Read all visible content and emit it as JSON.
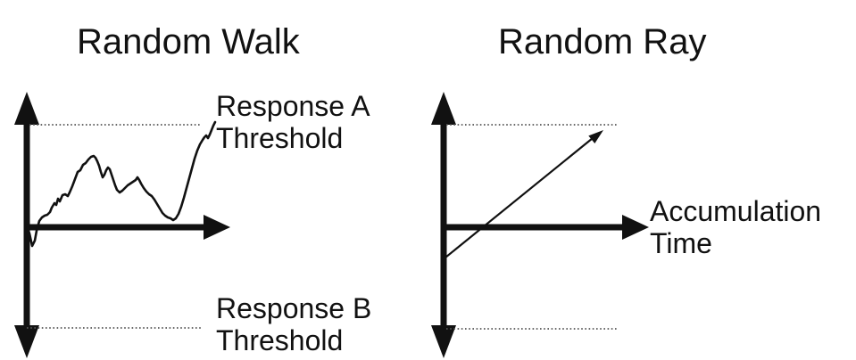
{
  "colors": {
    "background": "#ffffff",
    "ink": "#111111",
    "dotted_line": "#555555"
  },
  "left_panel": {
    "title": "Random Walk",
    "threshold_a_label": {
      "line1": "Response A",
      "line2": "Threshold"
    },
    "threshold_b_label": {
      "line1": "Response B",
      "line2": "Threshold"
    },
    "walk_points": "30,253 33,262 36,276 39,270 41,259 44,248 47,244 50,242 53,241 56,238 58,233 61,228 63,230 65,223 67,226 70,219 73,218 76,220 78,216 81,209 84,201 87,193 90,191 93,185 96,183 99,179 102,176 105,175 107,177 109,181 111,186 113,193 115,199 117,196 119,191 121,188 123,190 125,196 127,202 129,208 131,213 134,216 137,214 140,211 143,208 146,206 149,204 152,202 154,199 156,202 158,206 161,211 164,215 167,218 170,220 173,224 176,229 179,234 182,239 185,242 188,244 191,245 194,247 197,245 200,240 203,232 206,222 209,211 212,200 215,189 218,178 221,169 224,162 227,157 229,154 231,152 233,155 235,151 237,146 239,141 241,137"
  },
  "right_panel": {
    "title": "Random Ray",
    "time_axis_label": {
      "line1": "Accumulation",
      "line2": "Time"
    },
    "ray_points": "499,289 664,155"
  }
}
